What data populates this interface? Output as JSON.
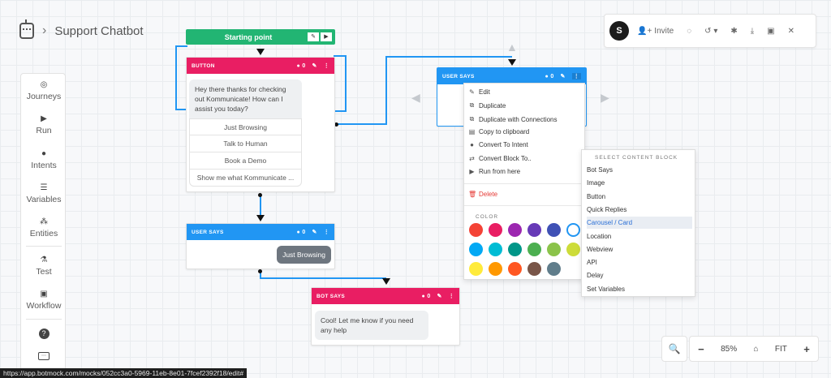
{
  "breadcrumb": {
    "chevron": "›",
    "title": "Support Chatbot"
  },
  "toolbar": {
    "avatar": "S",
    "invite": "Invite"
  },
  "sidebar": {
    "items": [
      {
        "label": "Journeys",
        "icon": "compass-icon"
      },
      {
        "label": "Run",
        "icon": "play-icon"
      },
      {
        "label": "Intents",
        "icon": "chat-bubble-icon"
      },
      {
        "label": "Variables",
        "icon": "sliders-icon"
      },
      {
        "label": "Entities",
        "icon": "sitemap-icon"
      },
      {
        "label": "Test",
        "icon": "flask-icon"
      },
      {
        "label": "Workflow",
        "icon": "image-icon"
      }
    ]
  },
  "start_block": {
    "label": "Starting point"
  },
  "button_block": {
    "header": "BUTTON",
    "count": "0",
    "message": "Hey there thanks for checking out Kommunicate!  How can I assist you today?",
    "buttons": [
      "Just Browsing",
      "Talk to Human",
      "Book a Demo",
      "Show me what Kommunicate ..."
    ]
  },
  "user_says_block": {
    "header": "USER SAYS",
    "count": "0",
    "reply": "Just Browsing"
  },
  "bot_says_block": {
    "header": "BOT SAYS",
    "count": "0",
    "message": "Cool! Let me know if you need any help"
  },
  "user_says_top": {
    "header": "USER SAYS",
    "count": "0"
  },
  "context_menu": {
    "items": [
      "Edit",
      "Duplicate",
      "Duplicate with Connections",
      "Copy to clipboard",
      "Convert To Intent",
      "Convert Block To..",
      "Run from here"
    ],
    "delete": "Delete",
    "color_title": "COLOR",
    "colors": [
      "#f44336",
      "#e91e63",
      "#9c27b0",
      "#673ab7",
      "#3f51b5",
      "#ffffff",
      "#03a9f4",
      "#00bcd4",
      "#009688",
      "#4caf50",
      "#8bc34a",
      "#cddc39",
      "#ffeb3b",
      "#ff9800",
      "#ff5722",
      "#795548",
      "#607d8b"
    ]
  },
  "submenu": {
    "title": "SELECT CONTENT BLOCK",
    "items": [
      "Bot Says",
      "Image",
      "Button",
      "Quick Replies",
      "Carousel / Card",
      "Location",
      "Webview",
      "API",
      "Delay",
      "Set Variables"
    ],
    "active": "Carousel / Card"
  },
  "zoom": {
    "level": "85%",
    "fit": "FIT",
    "minus": "−",
    "plus": "+"
  },
  "status_url": "https://app.botmock.com/mocks/052cc3a0-5969-11eb-8e01-7fcef2392f18/edit#"
}
